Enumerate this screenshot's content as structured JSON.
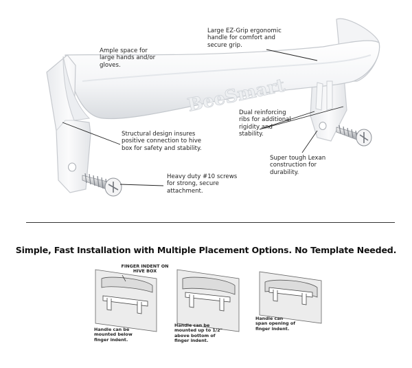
{
  "product": {
    "brand_embossed": "BeeSmart",
    "callouts": {
      "ample_space": [
        "Ample space for",
        "large hands and/or",
        "gloves."
      ],
      "ez_grip": [
        "Large EZ-Grip ergonomic",
        "handle for comfort and",
        "secure grip."
      ],
      "structural": [
        "Structural design insures",
        "positive connection to hive",
        "box for safety and stability."
      ],
      "reinforcing": [
        "Dual reinforcing",
        "ribs for additional",
        "rigidity and",
        "stability."
      ],
      "lexan": [
        "Super tough Lexan",
        "construction for",
        "durability."
      ],
      "screws": [
        "Heavy duty #10 screws",
        "for strong, secure",
        "attachment."
      ]
    }
  },
  "installation": {
    "heading": "Simple, Fast Installation with Multiple Placement Options.  No Template Needed.",
    "finger_indent_label": [
      "FINGER INDENT ON",
      "HIVE BOX"
    ],
    "options": [
      {
        "caption": [
          "Handle can be",
          "mounted below",
          "finger indent."
        ]
      },
      {
        "caption": [
          "Handle can be",
          "mounted up to 1/2\"",
          "above bottom of",
          "finger indent."
        ]
      },
      {
        "caption": [
          "Handle can",
          "span opening of",
          "finger indent."
        ]
      }
    ]
  },
  "colors": {
    "product": "#ffffff",
    "outline": "#c9ccd1",
    "shadow": "#dfe2e6",
    "text": "#222222"
  }
}
